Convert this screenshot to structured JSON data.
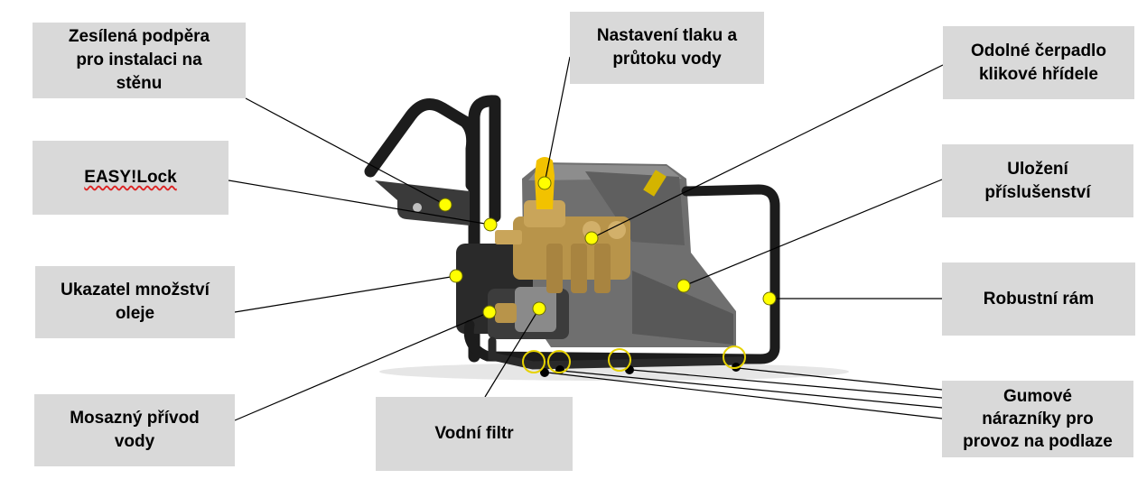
{
  "colors": {
    "box_fill": "#d9d9d9",
    "marker": "#ffff00",
    "marker_stroke": "#6b6b00",
    "leader_line": "#000000",
    "machine_body": "#6f6f6f",
    "frame": "#1c1c1c",
    "brass": "#b8944a",
    "yellow_knob": "#f2c200"
  },
  "labels": {
    "wall_support": [
      "Zesílená podpěra",
      "pro instalaci na",
      "stěnu"
    ],
    "pressure_setting": [
      "Nastavení tlaku a",
      "průtoku vody"
    ],
    "crankshaft_pump": [
      "Odolné čerpadlo",
      "klikové hřídele"
    ],
    "easylock": [
      "EASY!Lock"
    ],
    "accessory_storage": [
      "Uložení",
      "příslušenství"
    ],
    "oil_indicator": [
      "Ukazatel množství",
      "oleje"
    ],
    "robust_frame": [
      "Robustní rám"
    ],
    "brass_inlet": [
      "Mosazný přívod",
      "vody"
    ],
    "water_filter": [
      "Vodní filtr"
    ],
    "rubber_bumpers": [
      "Gumové",
      "nárazníky pro",
      "provoz na podlaze"
    ]
  },
  "icons": {
    "machine": "pressure-washer-illustration",
    "marker": "yellow-dot-marker",
    "bumper_marker": "yellow-ring-marker"
  }
}
